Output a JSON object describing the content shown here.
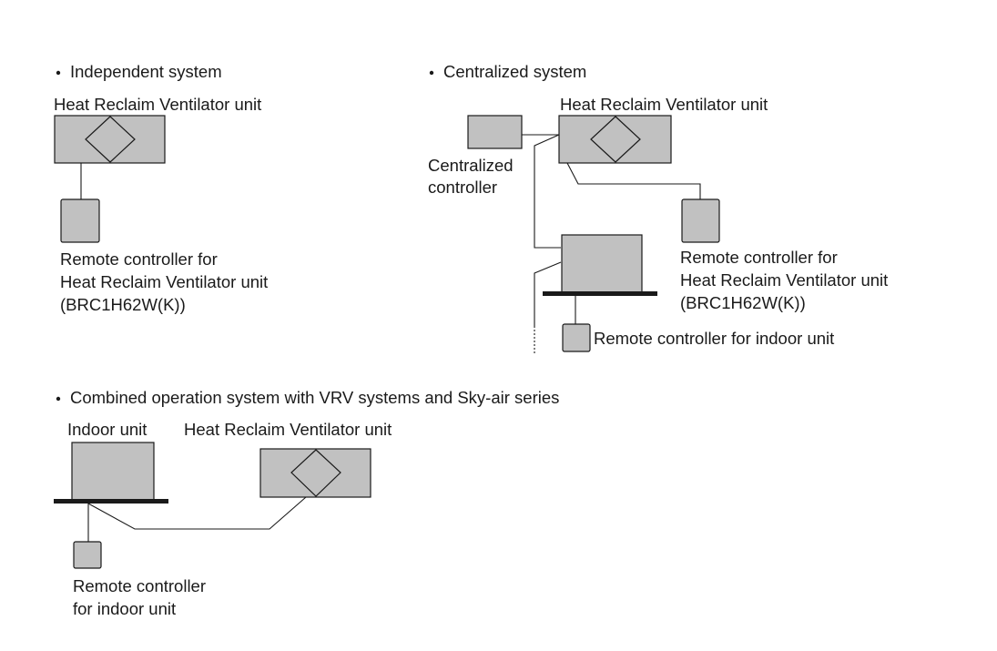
{
  "sections": {
    "independent": {
      "heading": "Independent system",
      "hrv_label": "Heat Reclaim Ventilator unit",
      "remote_label_lines": [
        "Remote controller for",
        "Heat Reclaim Ventilator unit",
        "(BRC1H62W(K))"
      ]
    },
    "centralized": {
      "heading": "Centralized system",
      "hrv_label": "Heat Reclaim Ventilator unit",
      "central_label_lines": [
        "Centralized",
        "controller"
      ],
      "remote_hrv_label_lines": [
        "Remote controller for",
        "Heat Reclaim Ventilator unit",
        "(BRC1H62W(K))"
      ],
      "remote_indoor_label": "Remote controller for indoor unit"
    },
    "combined": {
      "heading": "Combined operation system with VRV systems and Sky-air series",
      "indoor_label": "Indoor unit",
      "hrv_label": "Heat Reclaim Ventilator unit",
      "remote_label_lines": [
        "Remote controller",
        "for indoor unit"
      ]
    }
  },
  "colors": {
    "unit_fill": "#c1c1c1",
    "line": "#1a1a1a"
  }
}
